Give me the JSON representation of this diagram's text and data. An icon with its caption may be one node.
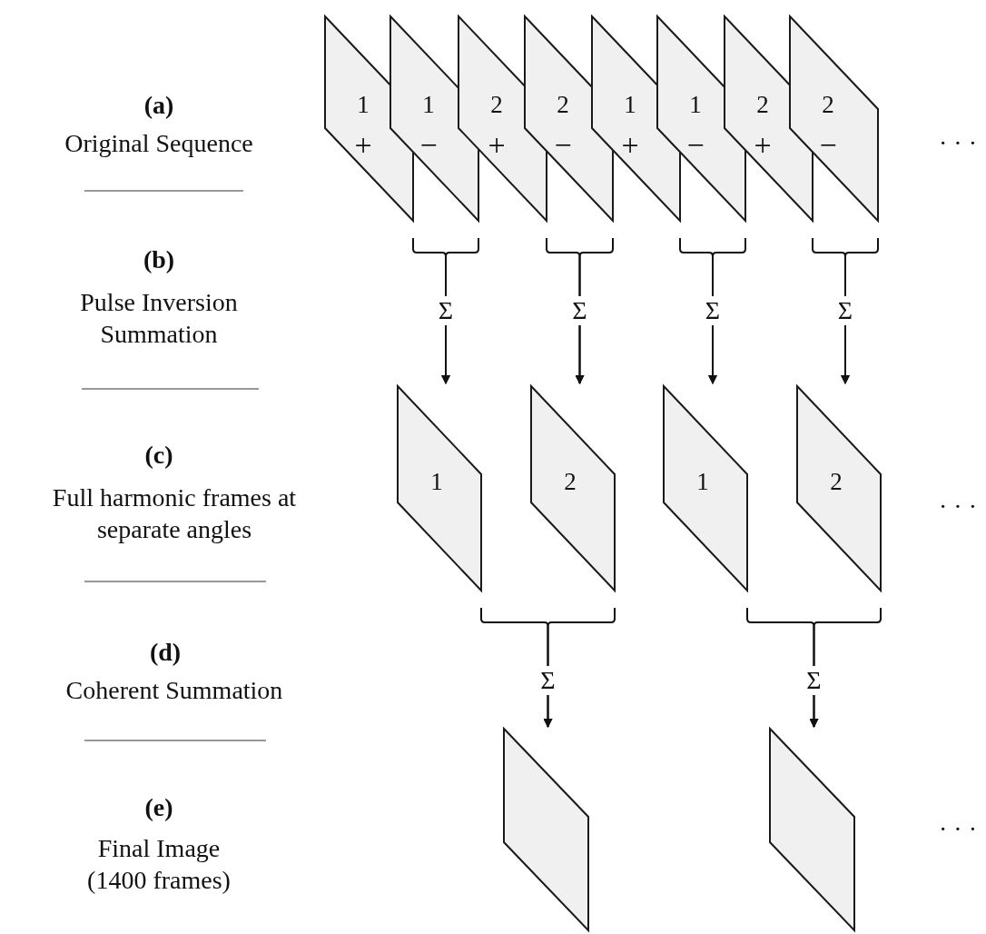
{
  "diagram": {
    "nodes": [
      {
        "text": [
          "1",
          "+"
        ]
      },
      {
        "text": [
          "1",
          "−"
        ]
      },
      {
        "text": [
          "2",
          "+"
        ]
      },
      {
        "text": [
          "2",
          "−"
        ]
      },
      {
        "text": [
          "1",
          "+"
        ]
      },
      {
        "text": [
          "1",
          "−"
        ]
      },
      {
        "text": [
          "2",
          "+"
        ]
      },
      {
        "text": [
          "2",
          "−"
        ]
      },
      {
        "text": [
          "1"
        ]
      },
      {
        "text": [
          "2"
        ]
      },
      {
        "text": [
          "1"
        ]
      },
      {
        "text": [
          "2"
        ]
      },
      {
        "text": [],
        "shape": "parallelogram"
      },
      {
        "text": [],
        "shape": "parallelogram"
      }
    ],
    "edges": [
      {
        "from": 0,
        "to": 8,
        "arrow": "to",
        "label": "Σ"
      },
      {
        "from": 1,
        "to": 8,
        "arrow": "to"
      },
      {
        "from": 2,
        "to": 9,
        "arrow": "to",
        "label": "Σ"
      },
      {
        "from": 3,
        "to": 9,
        "arrow": "to"
      },
      {
        "from": 4,
        "to": 10,
        "arrow": "to",
        "label": "Σ"
      },
      {
        "from": 5,
        "to": 10,
        "arrow": "to"
      },
      {
        "from": 6,
        "to": 11,
        "arrow": "to",
        "label": "Σ"
      },
      {
        "from": 7,
        "to": 11,
        "arrow": "to"
      },
      {
        "from": 8,
        "to": 12,
        "arrow": "to",
        "label": "Σ"
      },
      {
        "from": 9,
        "to": 12,
        "arrow": "to"
      },
      {
        "from": 10,
        "to": 13,
        "arrow": "to",
        "label": "Σ"
      },
      {
        "from": 11,
        "to": 13,
        "arrow": "to"
      }
    ],
    "labels": [
      "(a)",
      "Original Sequence",
      "· · ·",
      "(b)",
      "Pulse Inversion Summation",
      "(c)",
      "Full harmonic frames at separate angles",
      "· · ·",
      "(d)",
      "Coherent Summation",
      "(e)",
      "Final Image (1400 frames)",
      "· · ·"
    ]
  }
}
